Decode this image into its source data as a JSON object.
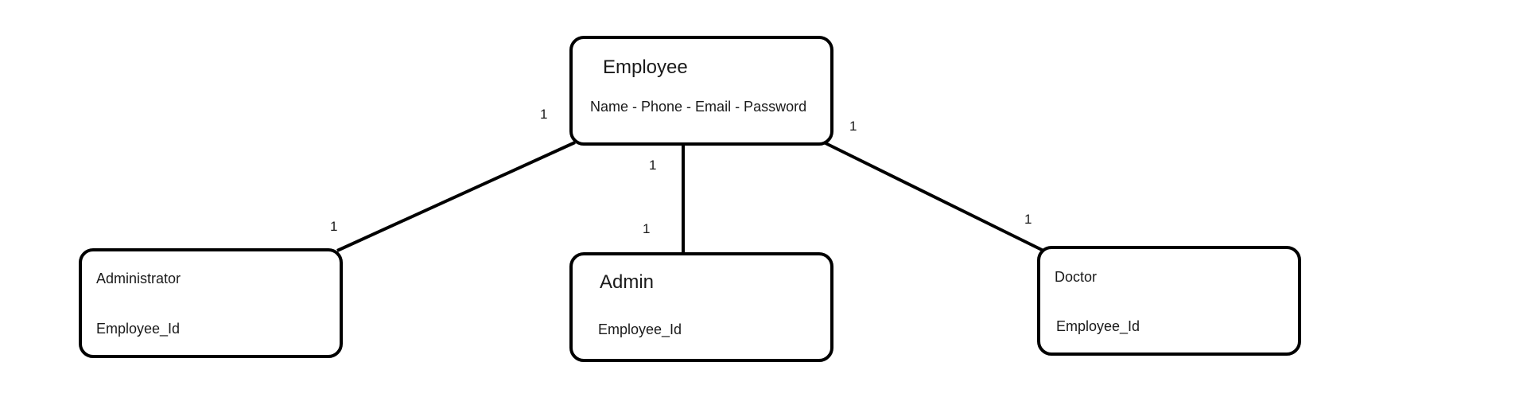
{
  "entities": {
    "employee": {
      "title": "Employee",
      "attributes": "Name - Phone - Email - Password"
    },
    "administrator": {
      "title": "Administrator",
      "attributes": "Employee_Id"
    },
    "admin": {
      "title": "Admin",
      "attributes": "Employee_Id"
    },
    "doctor": {
      "title": "Doctor",
      "attributes": "Employee_Id"
    }
  },
  "relationships": [
    {
      "from": "Employee",
      "to": "Administrator",
      "from_cardinality": "1",
      "to_cardinality": "1"
    },
    {
      "from": "Employee",
      "to": "Admin",
      "from_cardinality": "1",
      "to_cardinality": "1"
    },
    {
      "from": "Employee",
      "to": "Doctor",
      "from_cardinality": "1",
      "to_cardinality": "1"
    }
  ]
}
